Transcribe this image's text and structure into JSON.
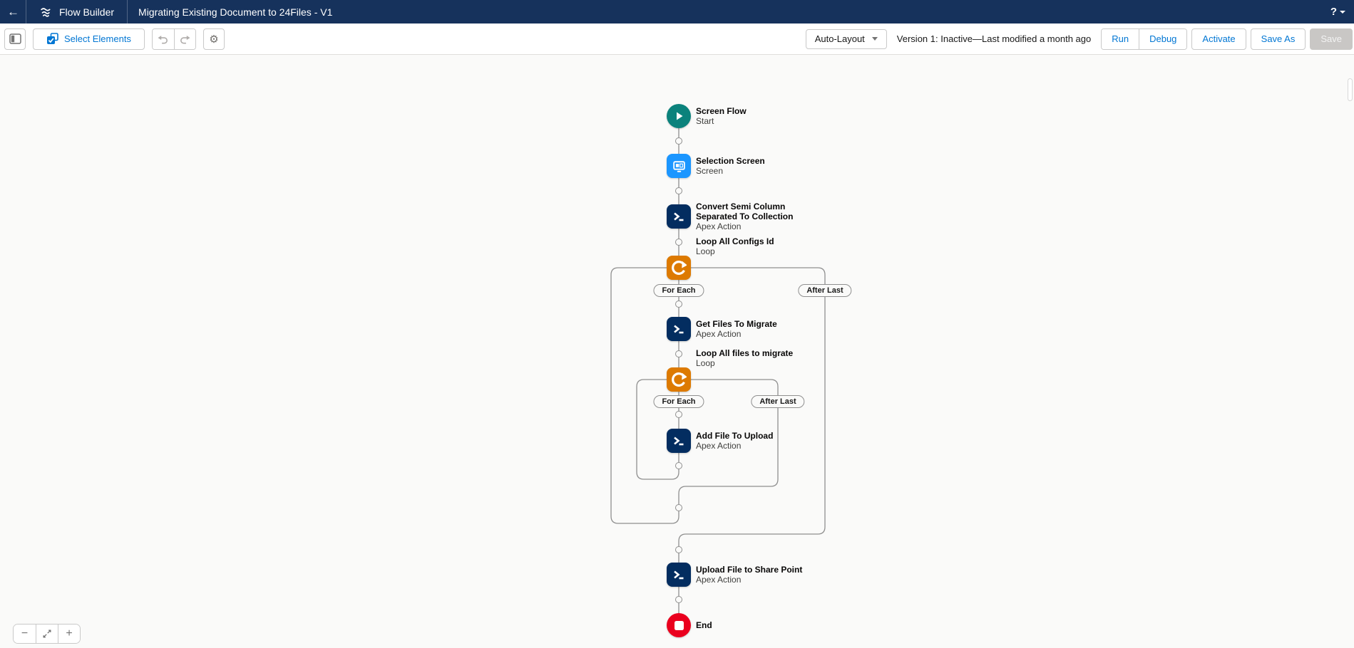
{
  "navbar": {
    "app_name": "Flow Builder",
    "title": "Migrating Existing Document to 24Files - V1",
    "help_label": "?"
  },
  "toolbar": {
    "select_elements": "Select Elements",
    "layout_select": "Auto-Layout",
    "version_status": "Version 1: Inactive—Last modified a month ago",
    "run": "Run",
    "debug": "Debug",
    "activate": "Activate",
    "save_as": "Save As",
    "save": "Save"
  },
  "canvas": {
    "nodes": [
      {
        "label": "Screen Flow",
        "sub": "Start",
        "type": "start"
      },
      {
        "label": "Selection Screen",
        "sub": "Screen",
        "type": "screen"
      },
      {
        "label": "Convert Semi Column Separated To Collection",
        "sub": "Apex Action",
        "type": "apex"
      },
      {
        "label": "Loop All Configs Id",
        "sub": "Loop",
        "type": "loop"
      },
      {
        "label": "Get Files To Migrate",
        "sub": "Apex Action",
        "type": "apex"
      },
      {
        "label": "Loop All files to migrate",
        "sub": "Loop",
        "type": "loop"
      },
      {
        "label": "Add File To Upload",
        "sub": "Apex Action",
        "type": "apex"
      },
      {
        "label": "Upload File to Share Point",
        "sub": "Apex Action",
        "type": "apex"
      },
      {
        "label": "End",
        "sub": "",
        "type": "end"
      }
    ],
    "pills": [
      {
        "text": "For Each"
      },
      {
        "text": "After Last"
      },
      {
        "text": "For Each"
      },
      {
        "text": "After Last"
      }
    ]
  },
  "zoom_controls": {
    "zoom_out": "−",
    "zoom_in": "+"
  },
  "colors": {
    "navbar": "#16325c",
    "accent_blue": "#0176d3",
    "start_teal": "#0b827c",
    "screen_blue": "#1b96ff",
    "apex_navy": "#032d60",
    "loop_orange": "#dd7a01",
    "end_red": "#ea001e",
    "connector_gray": "#8f8f8f"
  }
}
